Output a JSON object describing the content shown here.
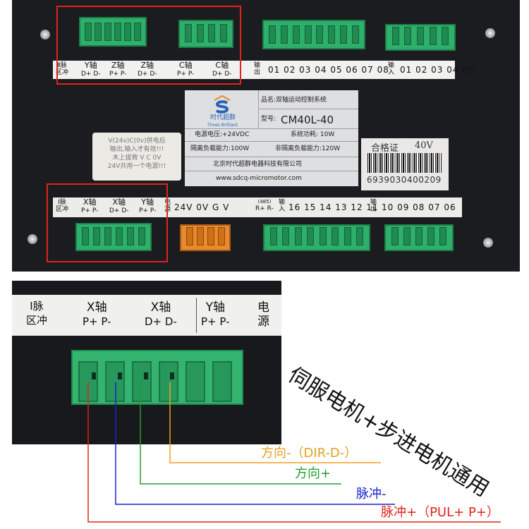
{
  "top_panel": {
    "top_strip": {
      "i_pulse": [
        "Ⅱ脉",
        "区冲"
      ],
      "y_axis": [
        "Y轴",
        "D+ D-"
      ],
      "z_axis_1": [
        "Z轴",
        "P+ P-"
      ],
      "z_axis_2": [
        "Z轴",
        "D+ D-"
      ],
      "c_axis_1": [
        "C轴",
        "P+ P-"
      ],
      "c_axis_2": [
        "C轴",
        "D+ D-"
      ],
      "output_label": [
        "输",
        "出"
      ],
      "output_numbers": "01 02 03 04 05 06 07 08",
      "input_label": [
        "输",
        "入"
      ],
      "input_numbers": "01 02 03 04 05"
    },
    "nameplate": {
      "logo_name": "时代超群",
      "logo_sub": "Times Brilliant",
      "product_name": "品名:双轴运动控制系统",
      "model_prefix": "型号:",
      "model": "CM40L-40",
      "power_voltage": "电源电压:+24VDC",
      "power_consumption": "系统功耗: 10W",
      "iso_in": "隔离负载能力:100W",
      "iso_out": "非隔离负载能力:120W",
      "company": "北京时代超群电器科技有限公司",
      "url": "www.sdcq-micromotor.com"
    },
    "note_sticker": [
      "V(24v)C(0v)供电后",
      "输出,输入才有效!!!",
      "木上拔救 V C 0V",
      "24V共用一个电源!!!"
    ],
    "certificate": {
      "label": "合格证",
      "value": "40V",
      "barcode_number": "6939030400209"
    },
    "bottom_strip": {
      "i_pulse": [
        "Ⅰ脉",
        "区冲"
      ],
      "x_axis_1": [
        "X轴",
        "P+ P-"
      ],
      "x_axis_2": [
        "X轴",
        "D+ D-"
      ],
      "y_axis": [
        "Y轴",
        "P+ P-"
      ],
      "power": [
        "电",
        "源"
      ],
      "power_terminals": "24V 0V G  V",
      "rs485_top": "(485)",
      "rs485_bottom": "R+ R-",
      "input_label": [
        "输",
        "入"
      ],
      "input_numbers": "16 15 14 13 12 11",
      "output_label": [
        "输",
        "出"
      ],
      "output_numbers": "10 09 08 07 06"
    }
  },
  "zoom": {
    "i_pulse": [
      "Ⅰ脉",
      "区冲"
    ],
    "x_axis_1": [
      "X轴",
      "P+  P-"
    ],
    "x_axis_2": [
      "X轴",
      "D+  D-"
    ],
    "y_axis": [
      "Y轴",
      "P+  P-"
    ],
    "power": [
      "电",
      "源"
    ]
  },
  "annotations": {
    "title": "伺服电机+步进电机通用",
    "dir_minus": "方向-（DIR-D-）",
    "dir_plus": "方向+",
    "pulse_minus": "脉冲-",
    "pulse_plus": "脉冲+（PUL+ P+）"
  },
  "colors": {
    "highlight_box": "#e2231a",
    "wire_orange": "#f0a020",
    "wire_green": "#1f9e2f",
    "wire_blue": "#1a22c8",
    "wire_red": "#e2231a",
    "terminal_green": "#2eb06b",
    "terminal_orange": "#ea8a2e"
  }
}
